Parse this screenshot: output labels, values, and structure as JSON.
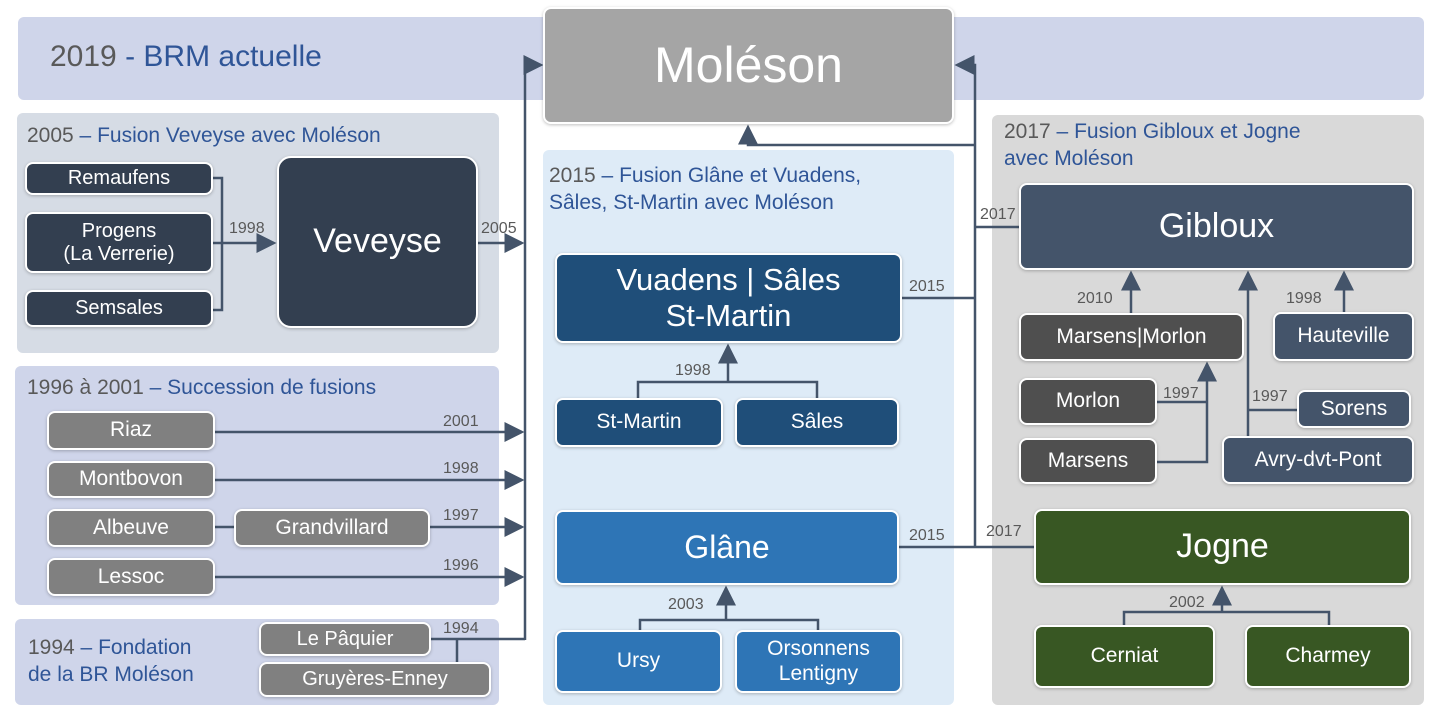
{
  "header": {
    "year": "2019",
    "title": " - BRM actuelle"
  },
  "moleson": "Moléson",
  "p2005": {
    "year": "2005",
    "title": " – Fusion Veveyse avec Moléson",
    "boxes": [
      "Remaufens",
      "Progens\n(La Verrerie)",
      "Semsales"
    ],
    "result": "Veveyse",
    "y_inner": "1998",
    "y_out": "2005"
  },
  "p1996": {
    "year": "1996 à 2001",
    "title": " – Succession de fusions",
    "boxes": [
      "Riaz",
      "Montbovon",
      "Albeuve",
      "Grandvillard",
      "Lessoc"
    ],
    "years": [
      "2001",
      "1998",
      "1997",
      "1996"
    ]
  },
  "p1994": {
    "year": "1994",
    "title": " – Fondation\nde la BR Moléson",
    "boxes": [
      "Le Pâquier",
      "Gruyères-Enney"
    ],
    "y": "1994"
  },
  "p2015": {
    "year": "2015",
    "title": " – Fusion Glâne et Vuadens,\nSâles, St-Martin avec Moléson",
    "vuadens": "Vuadens | Sâles\nSt-Martin",
    "stmartin": "St-Martin",
    "sales": "Sâles",
    "y_vs": "1998",
    "glane": "Glâne",
    "ursy": "Ursy",
    "orsonnens": "Orsonnens\nLentigny",
    "y_gl": "2003",
    "y_out1": "2015",
    "y_out2": "2015"
  },
  "p2017": {
    "year": "2017",
    "title": " – Fusion Gibloux et Jogne\navec Moléson",
    "gibloux": "Gibloux",
    "marsensmorlon": "Marsens|Morlon",
    "hauteville": "Hauteville",
    "morlon": "Morlon",
    "sorens": "Sorens",
    "marsens": "Marsens",
    "avry": "Avry-dvt-Pont",
    "y_mm": "2010",
    "y_ha": "1998",
    "y_mo": "1997",
    "y_so": "1997",
    "jogne": "Jogne",
    "cerniat": "Cerniat",
    "charmey": "Charmey",
    "y_jo": "2002",
    "y_out1": "2017",
    "y_out2": "2017"
  }
}
